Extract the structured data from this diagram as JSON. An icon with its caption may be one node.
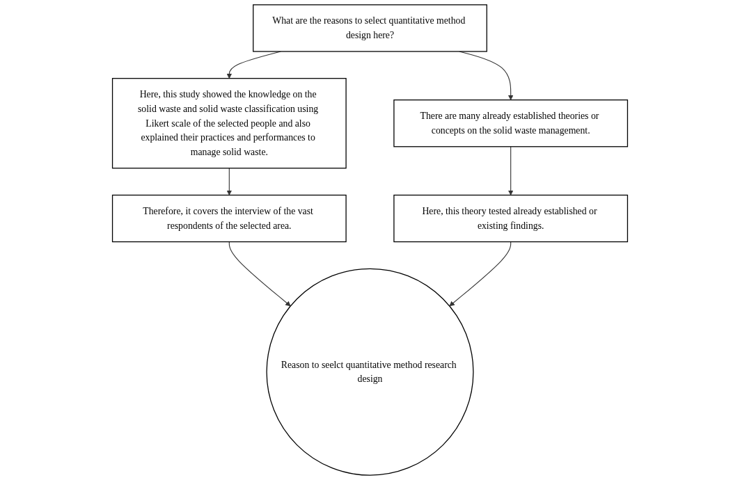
{
  "diagram": {
    "nodes": [
      {
        "text": [
          "What are the reasons to select quantitative method design here?"
        ]
      },
      {
        "text": [
          "Here, this study showed the knowledge on the solid waste and solid waste classification using Likert scale of the selected people and also explained their practices and performances to manage solid waste."
        ]
      },
      {
        "text": [
          "There are many already established theories or concepts on the solid waste management."
        ]
      },
      {
        "text": [
          "Therefore, it covers the interview of the vast respondents of the selected area."
        ]
      },
      {
        "text": [
          "Here, this theory tested already established or existing findings."
        ]
      },
      {
        "text": [
          "Reason to seelct quantitative method research design"
        ]
      }
    ],
    "edges": [
      {
        "from": 0,
        "to": 1,
        "arrow": "to"
      },
      {
        "from": 0,
        "to": 2,
        "arrow": "to"
      },
      {
        "from": 1,
        "to": 3,
        "arrow": "to"
      },
      {
        "from": 2,
        "to": 4,
        "arrow": "to"
      },
      {
        "from": 3,
        "to": 5,
        "arrow": "to"
      },
      {
        "from": 4,
        "to": 5,
        "arrow": "to"
      }
    ]
  }
}
